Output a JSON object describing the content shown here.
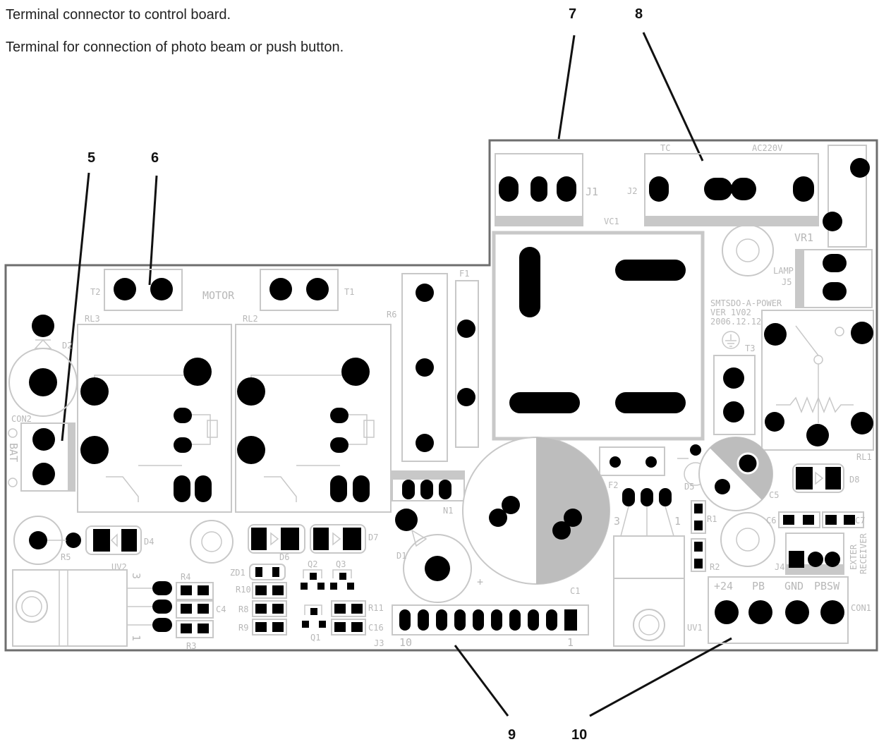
{
  "captions": {
    "line1": "Terminal connector to control board.",
    "line2": "Terminal for connection of photo beam or push button."
  },
  "callouts": {
    "c5": "5",
    "c6": "6",
    "c7": "7",
    "c8": "8",
    "c9": "9",
    "c10": "10"
  },
  "board_labels": {
    "t2": "T2",
    "t1": "T1",
    "motor": "MOTOR",
    "rl3": "RL3",
    "rl2": "RL2",
    "rl1": "RL1",
    "d2": "D2",
    "con2": "CON2",
    "bat": "BAT",
    "r6": "R6",
    "f1": "F1",
    "f2": "F2",
    "j1": "J1",
    "j2": "J2",
    "tc": "TC",
    "ac220v": "AC220V",
    "vc1": "VC1",
    "vr1": "VR1",
    "lamp": "LAMP",
    "j5": "J5",
    "model1": "SMTSDO-A-POWER",
    "model2": "VER 1V02",
    "model3": "2006.12.12",
    "t3": "T3",
    "d5": "D5",
    "c5": "C5",
    "d8": "D8",
    "r1": "R1",
    "r2": "R2",
    "c6": "C6",
    "c7": "C7",
    "exter": "EXTER",
    "receiver": "RECEIVER",
    "j4": "J4",
    "t24": "+24",
    "pb": "PB",
    "gnd": "GND",
    "pbsw": "PBSW",
    "con1": "CON1",
    "uv1": "UV1",
    "uv2": "UV2",
    "c1": "C1",
    "d1": "D1",
    "n1": "N1",
    "j3": "J3",
    "j3_10": "10",
    "j3_1": "1",
    "r5": "R5",
    "d4": "D4",
    "d6": "D6",
    "d7": "D7",
    "zd1": "ZD1",
    "q1": "Q1",
    "q2": "Q2",
    "q3": "Q3",
    "r3": "R3",
    "r4": "R4",
    "c4": "C4",
    "r8": "R8",
    "r9": "R9",
    "r10": "R10",
    "r11": "R11",
    "c16": "C16",
    "pin3a": "3",
    "pin1a": "1",
    "pin3b": "3",
    "pin1b": "1",
    "plus": "+"
  },
  "colors": {
    "board_outline": "#6e6e6e",
    "silkscreen": "#c8c8c8",
    "pad": "#000000",
    "capacitor_fill": "#bdbdbd"
  }
}
